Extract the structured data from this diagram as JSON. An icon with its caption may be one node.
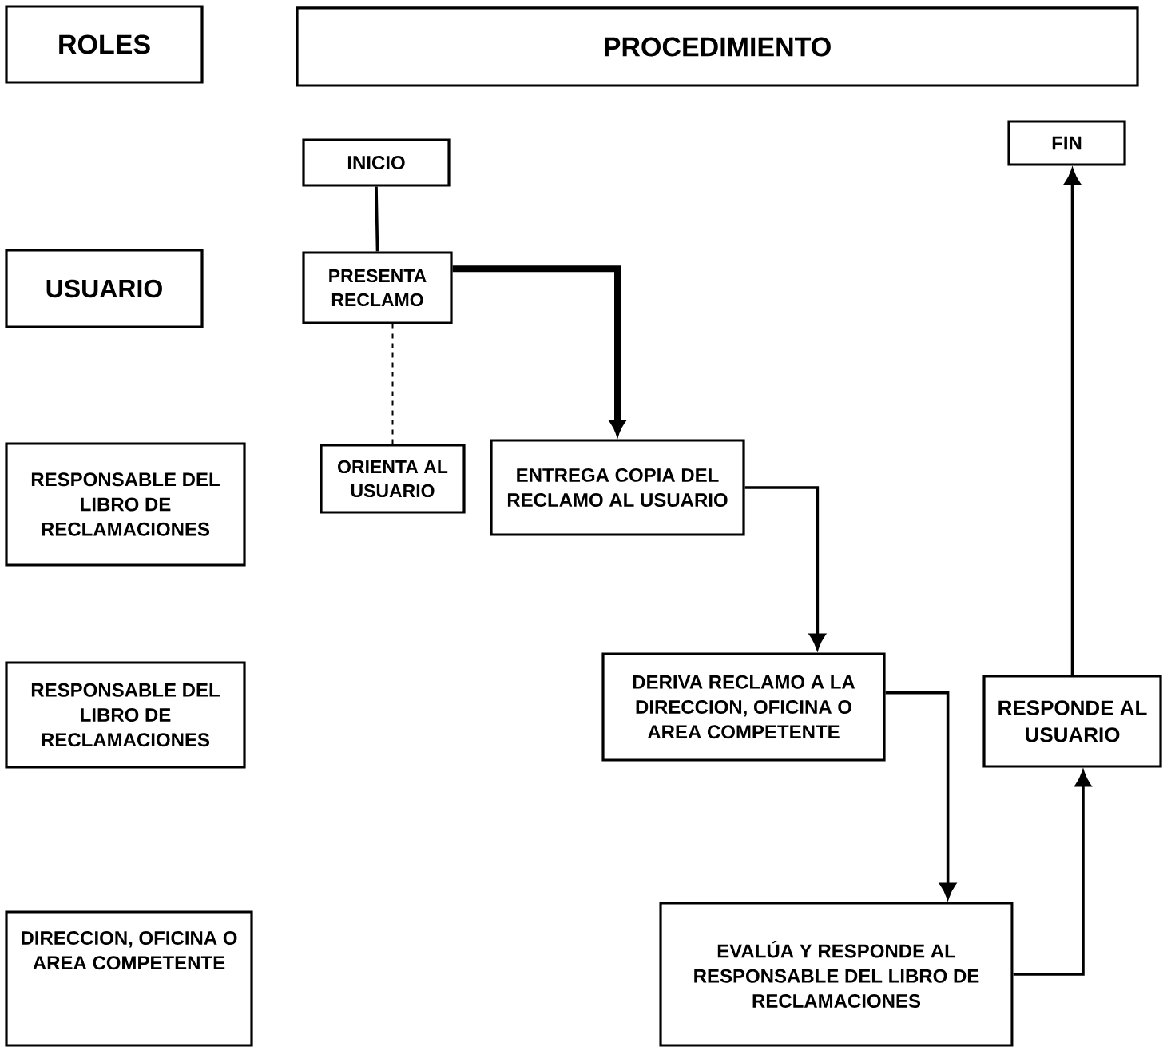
{
  "diagram": {
    "nodes": [
      {
        "text": [
          "ROLES"
        ]
      },
      {
        "text": [
          "PROCEDIMIENTO"
        ]
      },
      {
        "text": [
          "INICIO"
        ]
      },
      {
        "text": [
          "FIN"
        ]
      },
      {
        "text": [
          "USUARIO"
        ]
      },
      {
        "text": [
          "PRESENTA RECLAMO"
        ]
      },
      {
        "text": [
          "RESPONSABLE DEL LIBRO DE RECLAMACIONES"
        ]
      },
      {
        "text": [
          "ORIENTA AL USUARIO"
        ]
      },
      {
        "text": [
          "ENTREGA COPIA DEL RECLAMO AL USUARIO"
        ]
      },
      {
        "text": [
          "RESPONSABLE DEL LIBRO DE RECLAMACIONES"
        ]
      },
      {
        "text": [
          "DERIVA RECLAMO A LA DIRECCION, OFICINA O AREA COMPETENTE"
        ]
      },
      {
        "text": [
          "RESPONDE AL USUARIO"
        ]
      },
      {
        "text": [
          "DIRECCION, OFICINA O AREA COMPETENTE"
        ]
      },
      {
        "text": [
          "EVALÚA Y RESPONDE AL RESPONSABLE DEL LIBRO DE RECLAMACIONES"
        ]
      }
    ],
    "edges": [
      {
        "from": 2,
        "to": 5,
        "arrow": "none"
      },
      {
        "from": 5,
        "to": 7,
        "arrow": "none",
        "style": "dashed"
      },
      {
        "from": 5,
        "to": 8,
        "arrow": "to",
        "style": "thick"
      },
      {
        "from": 8,
        "to": 10,
        "arrow": "to"
      },
      {
        "from": 10,
        "to": 13,
        "arrow": "to"
      },
      {
        "from": 13,
        "to": 11,
        "arrow": "to"
      },
      {
        "from": 11,
        "to": 3,
        "arrow": "to"
      }
    ]
  }
}
